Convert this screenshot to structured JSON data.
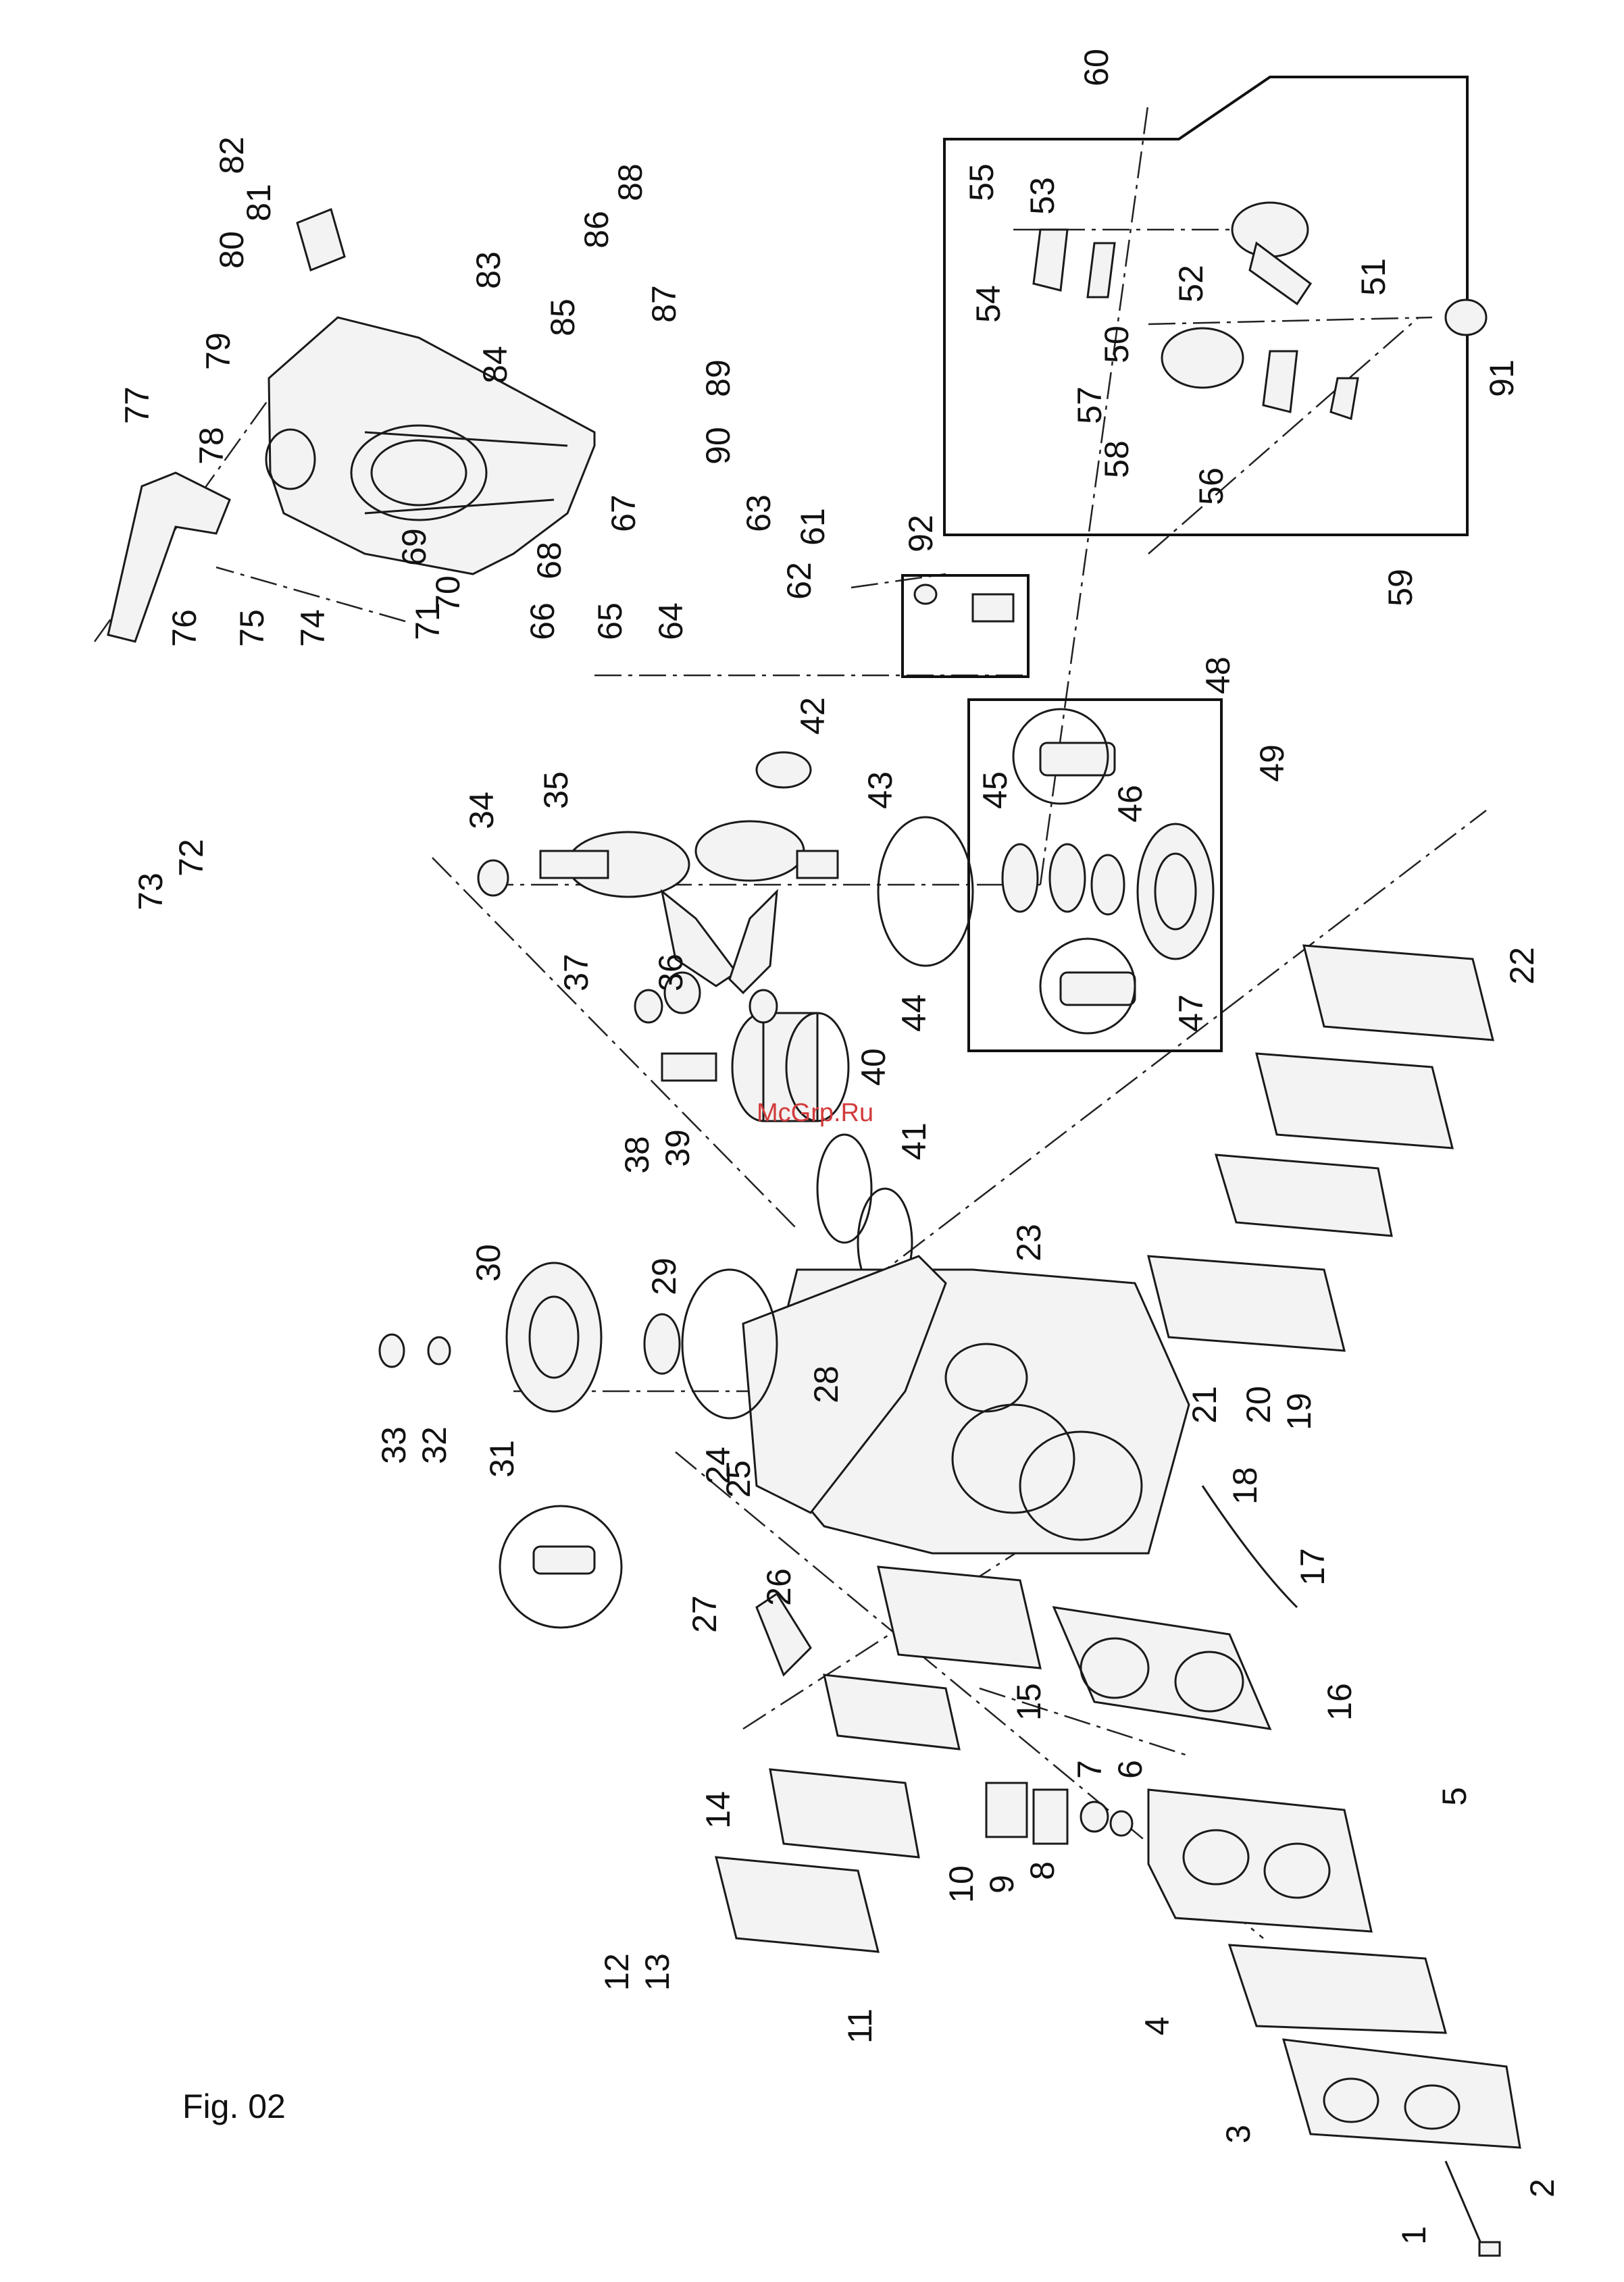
{
  "figure": {
    "caption": "Fig. 02",
    "watermark": "McGrp.Ru",
    "part_numbers": [
      "1",
      "2",
      "3",
      "4",
      "5",
      "6",
      "7",
      "8",
      "9",
      "10",
      "11",
      "12",
      "13",
      "14",
      "15",
      "16",
      "17",
      "18",
      "19",
      "20",
      "21",
      "22",
      "23",
      "24",
      "25",
      "26",
      "27",
      "28",
      "29",
      "30",
      "31",
      "32",
      "33",
      "34",
      "35",
      "36",
      "37",
      "38",
      "39",
      "40",
      "41",
      "42",
      "43",
      "44",
      "45",
      "46",
      "47",
      "48",
      "49",
      "50",
      "51",
      "52",
      "53",
      "54",
      "55",
      "56",
      "57",
      "58",
      "59",
      "60",
      "61",
      "62",
      "63",
      "64",
      "65",
      "66",
      "67",
      "68",
      "69",
      "70",
      "71",
      "72",
      "73",
      "74",
      "75",
      "76",
      "77",
      "78",
      "79",
      "80",
      "81",
      "82",
      "83",
      "84",
      "85",
      "86",
      "87",
      "88",
      "89",
      "90",
      "91",
      "92"
    ]
  }
}
